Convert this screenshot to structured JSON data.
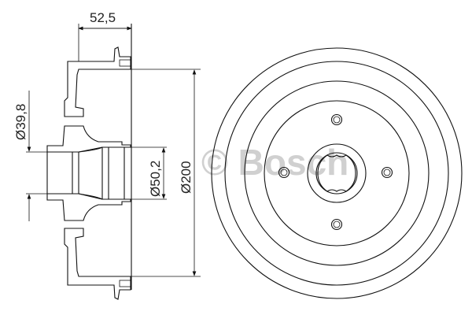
{
  "dimensions": {
    "width": "52,5",
    "bore_small": "Ø39,8",
    "bore_large": "Ø50,2",
    "outer_diameter": "Ø200"
  },
  "watermark": "© Bosch",
  "colors": {
    "line": "#111111",
    "watermark": "#c8c8c8"
  }
}
